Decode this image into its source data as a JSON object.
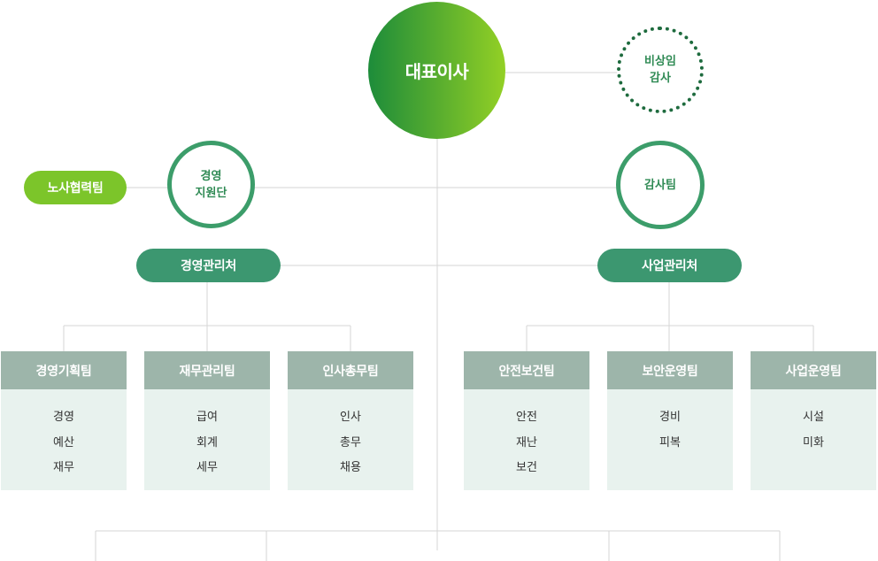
{
  "ceo": {
    "label": "대표이사"
  },
  "auditor": {
    "lines": [
      "비상임",
      "감사"
    ]
  },
  "support_group": {
    "lines": [
      "경영",
      "지원단"
    ]
  },
  "labor_team": {
    "label": "노사협력팀"
  },
  "audit_team": {
    "label": "감사팀"
  },
  "divisions": [
    {
      "label": "경영관리처"
    },
    {
      "label": "사업관리처"
    }
  ],
  "teams": [
    {
      "name": "경영기획팀",
      "duties": [
        "경영",
        "예산",
        "재무"
      ]
    },
    {
      "name": "재무관리팀",
      "duties": [
        "급여",
        "회계",
        "세무"
      ]
    },
    {
      "name": "인사총무팀",
      "duties": [
        "인사",
        "총무",
        "채용"
      ]
    },
    {
      "name": "안전보건팀",
      "duties": [
        "안전",
        "재난",
        "보건"
      ]
    },
    {
      "name": "보안운영팀",
      "duties": [
        "경비",
        "피복"
      ]
    },
    {
      "name": "사업운영팀",
      "duties": [
        "시설",
        "미화"
      ]
    }
  ],
  "colors": {
    "ceo_gradient": [
      "#1d8c3a",
      "#93d025"
    ],
    "ring_border": "#3c9d6a",
    "division_fill": "#3c9770",
    "labor_fill": "#7cc52a",
    "team_header": "#9db5aa",
    "team_body": "#e8f2ee",
    "connector": "#d6d6d6"
  }
}
